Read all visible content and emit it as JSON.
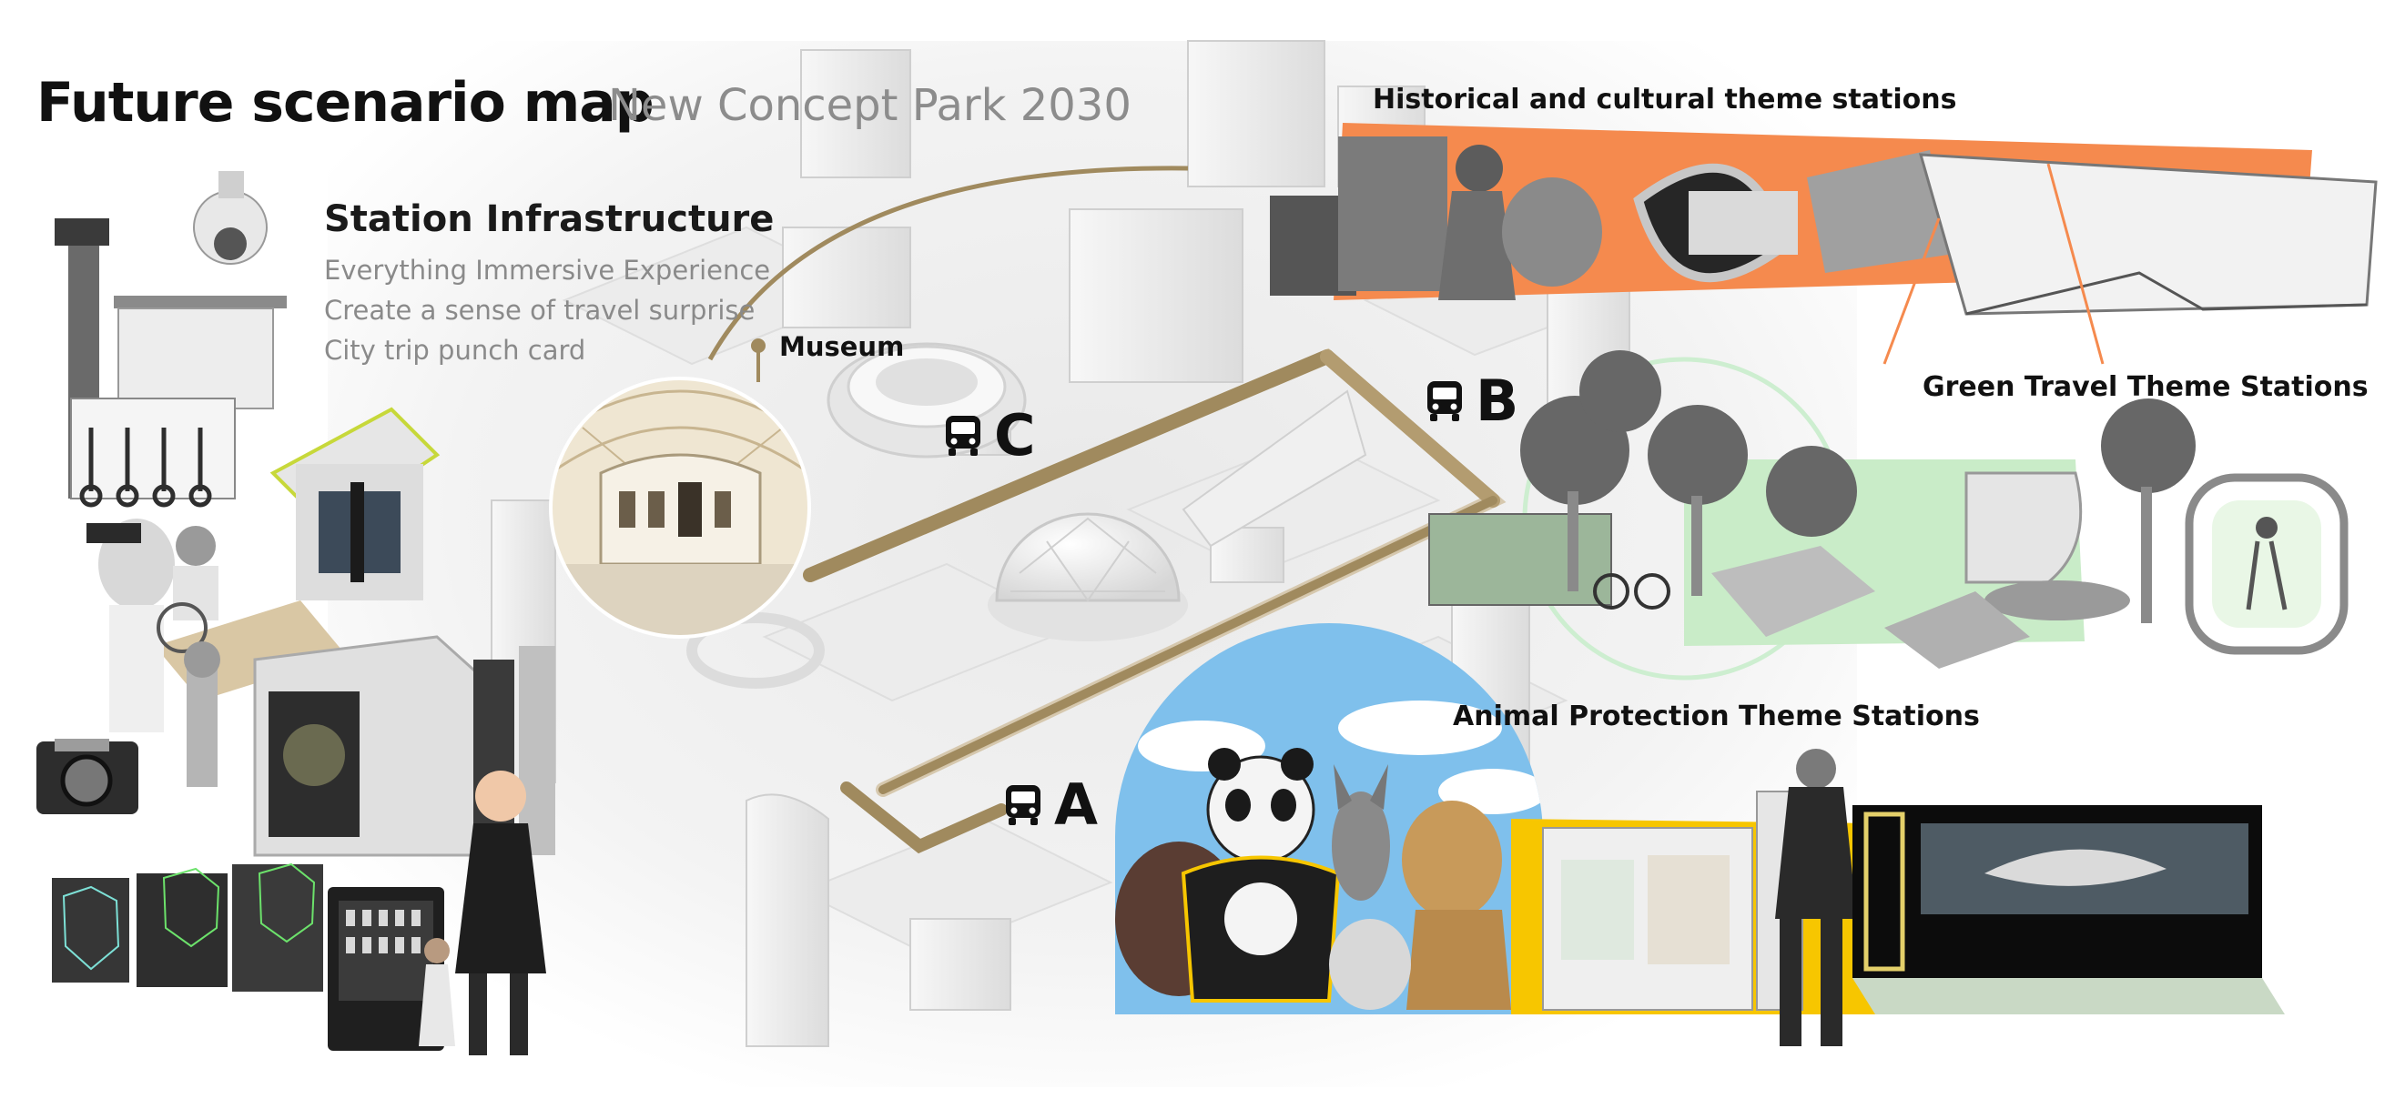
{
  "title": "Future scenario map",
  "subtitle": "New Concept Park 2030",
  "infrastructure": {
    "heading": "Station Infrastructure",
    "lines": [
      "Everything Immersive Experience",
      "Create a sense of travel surprise",
      "City trip punch card"
    ]
  },
  "themes": {
    "historical": "Historical and cultural theme stations",
    "green": "Green Travel Theme Stations",
    "animal": "Animal Protection Theme Stations"
  },
  "landmark": "Museum",
  "stations": [
    {
      "letter": "C",
      "icon": "bus-icon"
    },
    {
      "letter": "B",
      "icon": "bus-icon"
    },
    {
      "letter": "A",
      "icon": "bus-icon"
    }
  ],
  "colors": {
    "route": "#a08a5e",
    "route_light": "#cdbb98",
    "historical_band": "#f58a4e",
    "green_band": "#c9ecc8",
    "animal_band": "#f7c600",
    "sky": "#7fc0ec",
    "city": "#eeeeee"
  }
}
